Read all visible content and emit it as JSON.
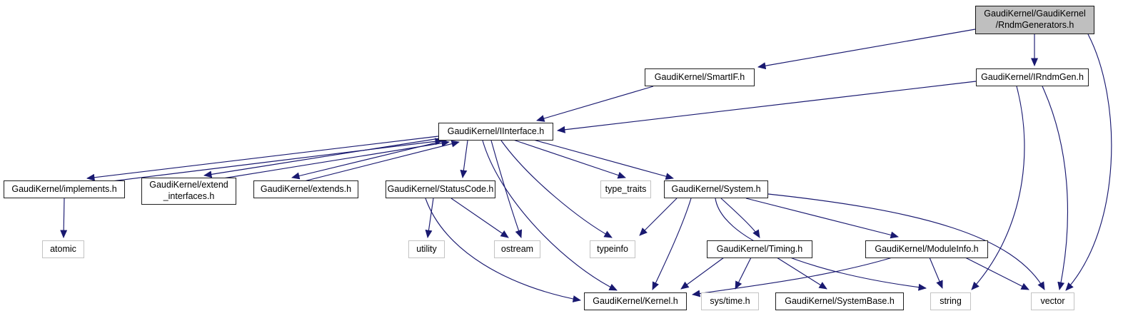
{
  "diagram": {
    "kind": "include-dependency-graph",
    "colors": {
      "edge": "#191970",
      "main_node_fill": "#bfbfbf",
      "project_node_border": "#1f1f1f",
      "system_node_border": "#c3c3c3",
      "background": "#ffffff"
    },
    "nodes": [
      {
        "id": "rndm_generators",
        "label": "GaudiKernel/GaudiKernel\n/RndmGenerators.h",
        "type": "main"
      },
      {
        "id": "smartif",
        "label": "GaudiKernel/SmartIF.h",
        "type": "project"
      },
      {
        "id": "irndmgen",
        "label": "GaudiKernel/IRndmGen.h",
        "type": "project"
      },
      {
        "id": "iinterface",
        "label": "GaudiKernel/IInterface.h",
        "type": "project"
      },
      {
        "id": "implements",
        "label": "GaudiKernel/implements.h",
        "type": "project"
      },
      {
        "id": "extend_interfaces",
        "label": "GaudiKernel/extend\n_interfaces.h",
        "type": "project"
      },
      {
        "id": "extends",
        "label": "GaudiKernel/extends.h",
        "type": "project"
      },
      {
        "id": "statuscode",
        "label": "GaudiKernel/StatusCode.h",
        "type": "project"
      },
      {
        "id": "type_traits",
        "label": "type_traits",
        "type": "system"
      },
      {
        "id": "system",
        "label": "GaudiKernel/System.h",
        "type": "project"
      },
      {
        "id": "atomic",
        "label": "atomic",
        "type": "system"
      },
      {
        "id": "utility",
        "label": "utility",
        "type": "system"
      },
      {
        "id": "ostream",
        "label": "ostream",
        "type": "system"
      },
      {
        "id": "typeinfo",
        "label": "typeinfo",
        "type": "system"
      },
      {
        "id": "timing",
        "label": "GaudiKernel/Timing.h",
        "type": "project"
      },
      {
        "id": "moduleinfo",
        "label": "GaudiKernel/ModuleInfo.h",
        "type": "project"
      },
      {
        "id": "kernel",
        "label": "GaudiKernel/Kernel.h",
        "type": "project"
      },
      {
        "id": "sys_time",
        "label": "sys/time.h",
        "type": "system"
      },
      {
        "id": "systembase",
        "label": "GaudiKernel/SystemBase.h",
        "type": "project"
      },
      {
        "id": "string",
        "label": "string",
        "type": "system"
      },
      {
        "id": "vector",
        "label": "vector",
        "type": "system"
      }
    ],
    "edges": [
      {
        "from": "rndm_generators",
        "to": "smartif"
      },
      {
        "from": "rndm_generators",
        "to": "irndmgen"
      },
      {
        "from": "rndm_generators",
        "to": "vector"
      },
      {
        "from": "smartif",
        "to": "iinterface"
      },
      {
        "from": "irndmgen",
        "to": "iinterface"
      },
      {
        "from": "irndmgen",
        "to": "string"
      },
      {
        "from": "irndmgen",
        "to": "vector"
      },
      {
        "from": "iinterface",
        "to": "implements"
      },
      {
        "from": "implements",
        "to": "iinterface"
      },
      {
        "from": "iinterface",
        "to": "extend_interfaces"
      },
      {
        "from": "extend_interfaces",
        "to": "iinterface"
      },
      {
        "from": "iinterface",
        "to": "extends"
      },
      {
        "from": "extends",
        "to": "iinterface"
      },
      {
        "from": "iinterface",
        "to": "statuscode"
      },
      {
        "from": "iinterface",
        "to": "ostream"
      },
      {
        "from": "iinterface",
        "to": "typeinfo"
      },
      {
        "from": "iinterface",
        "to": "type_traits"
      },
      {
        "from": "iinterface",
        "to": "system"
      },
      {
        "from": "iinterface",
        "to": "kernel"
      },
      {
        "from": "implements",
        "to": "atomic"
      },
      {
        "from": "statuscode",
        "to": "utility"
      },
      {
        "from": "statuscode",
        "to": "ostream"
      },
      {
        "from": "statuscode",
        "to": "kernel"
      },
      {
        "from": "system",
        "to": "typeinfo"
      },
      {
        "from": "system",
        "to": "kernel"
      },
      {
        "from": "system",
        "to": "timing"
      },
      {
        "from": "system",
        "to": "moduleinfo"
      },
      {
        "from": "system",
        "to": "string"
      },
      {
        "from": "system",
        "to": "vector"
      },
      {
        "from": "timing",
        "to": "kernel"
      },
      {
        "from": "timing",
        "to": "sys_time"
      },
      {
        "from": "timing",
        "to": "systembase"
      },
      {
        "from": "moduleinfo",
        "to": "kernel"
      },
      {
        "from": "moduleinfo",
        "to": "string"
      },
      {
        "from": "moduleinfo",
        "to": "vector"
      }
    ]
  }
}
